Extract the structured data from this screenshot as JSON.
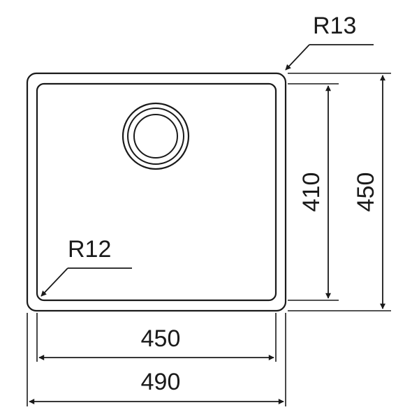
{
  "drawing": {
    "labels": {
      "outer_radius": "R13",
      "inner_radius": "R12",
      "inner_width": "450",
      "outer_width": "490",
      "inner_height": "410",
      "outer_height": "450"
    },
    "colors": {
      "line": "#1a1a1a",
      "background": "#ffffff"
    }
  }
}
